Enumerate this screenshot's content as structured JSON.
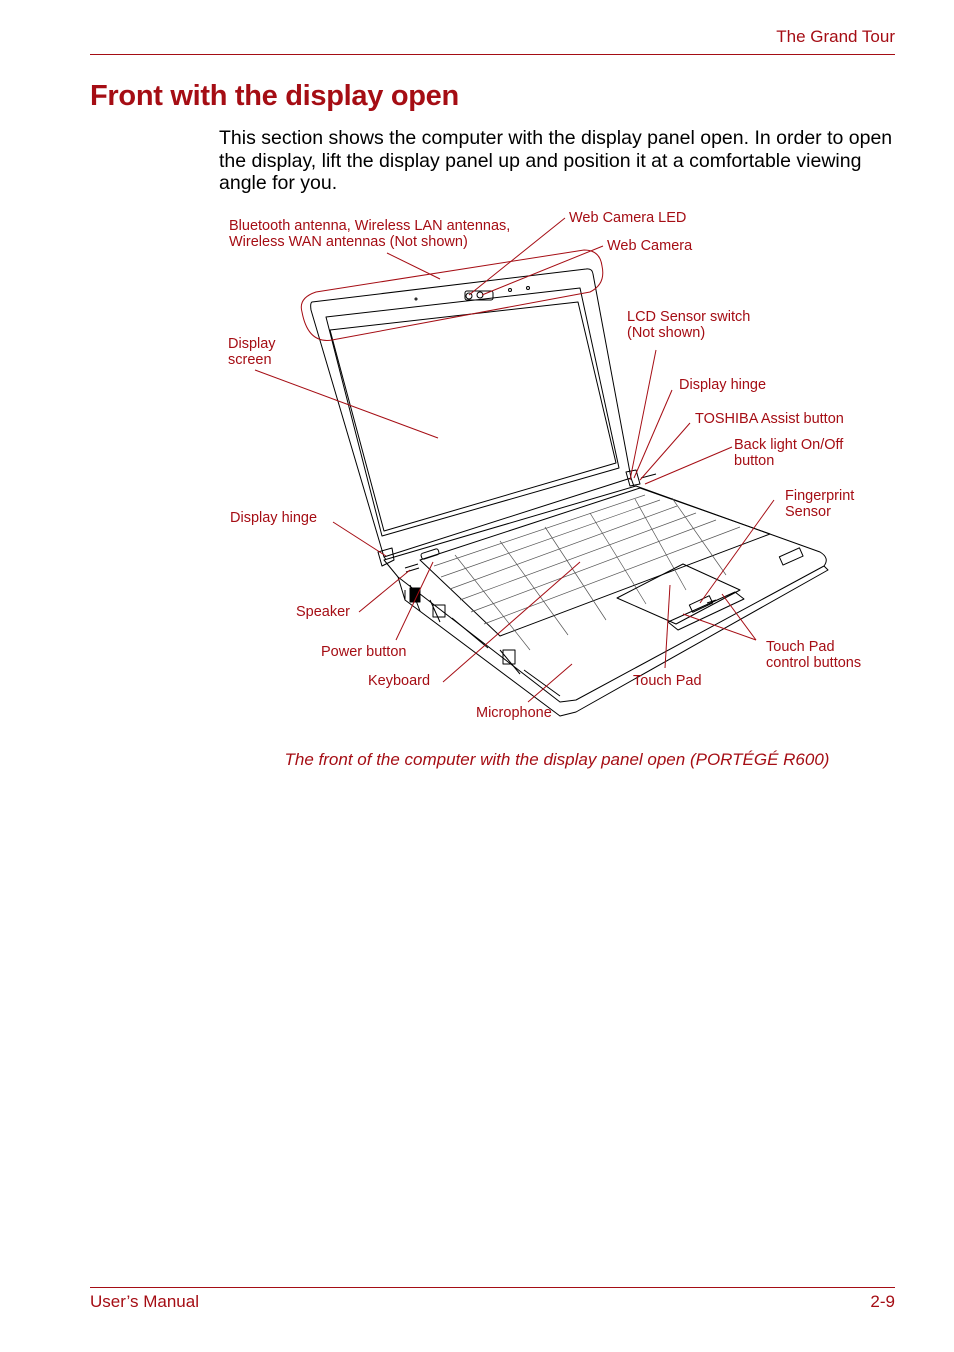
{
  "header": {
    "section": "The Grand Tour"
  },
  "heading": "Front with the display open",
  "intro": "This section shows the computer with the display panel open. In order to open the display, lift the display panel up and position it at a comfortable viewing angle for you.",
  "figure": {
    "labels": {
      "antennas": "Bluetooth antenna, Wireless LAN antennas,\nWireless WAN antennas (Not shown)",
      "webcam_led": "Web Camera LED",
      "webcam": "Web Camera",
      "lcd_sensor": "LCD Sensor switch\n(Not shown)",
      "display_screen": "Display\nscreen",
      "display_hinge_right": "Display hinge",
      "toshiba_assist": "TOSHIBA Assist button",
      "backlight": "Back light On/Off\nbutton",
      "fingerprint": "Fingerprint\nSensor",
      "display_hinge_left": "Display hinge",
      "speaker": "Speaker",
      "power": "Power button",
      "keyboard": "Keyboard",
      "touchpad": "Touch Pad",
      "touchpad_buttons": "Touch Pad\ncontrol buttons",
      "microphone": "Microphone"
    },
    "caption": "The front of the computer with the display panel open (PORTÉGÉ R600)"
  },
  "footer": {
    "left": "User’s Manual",
    "right": "2-9"
  },
  "colors": {
    "accent": "#a50d14"
  }
}
